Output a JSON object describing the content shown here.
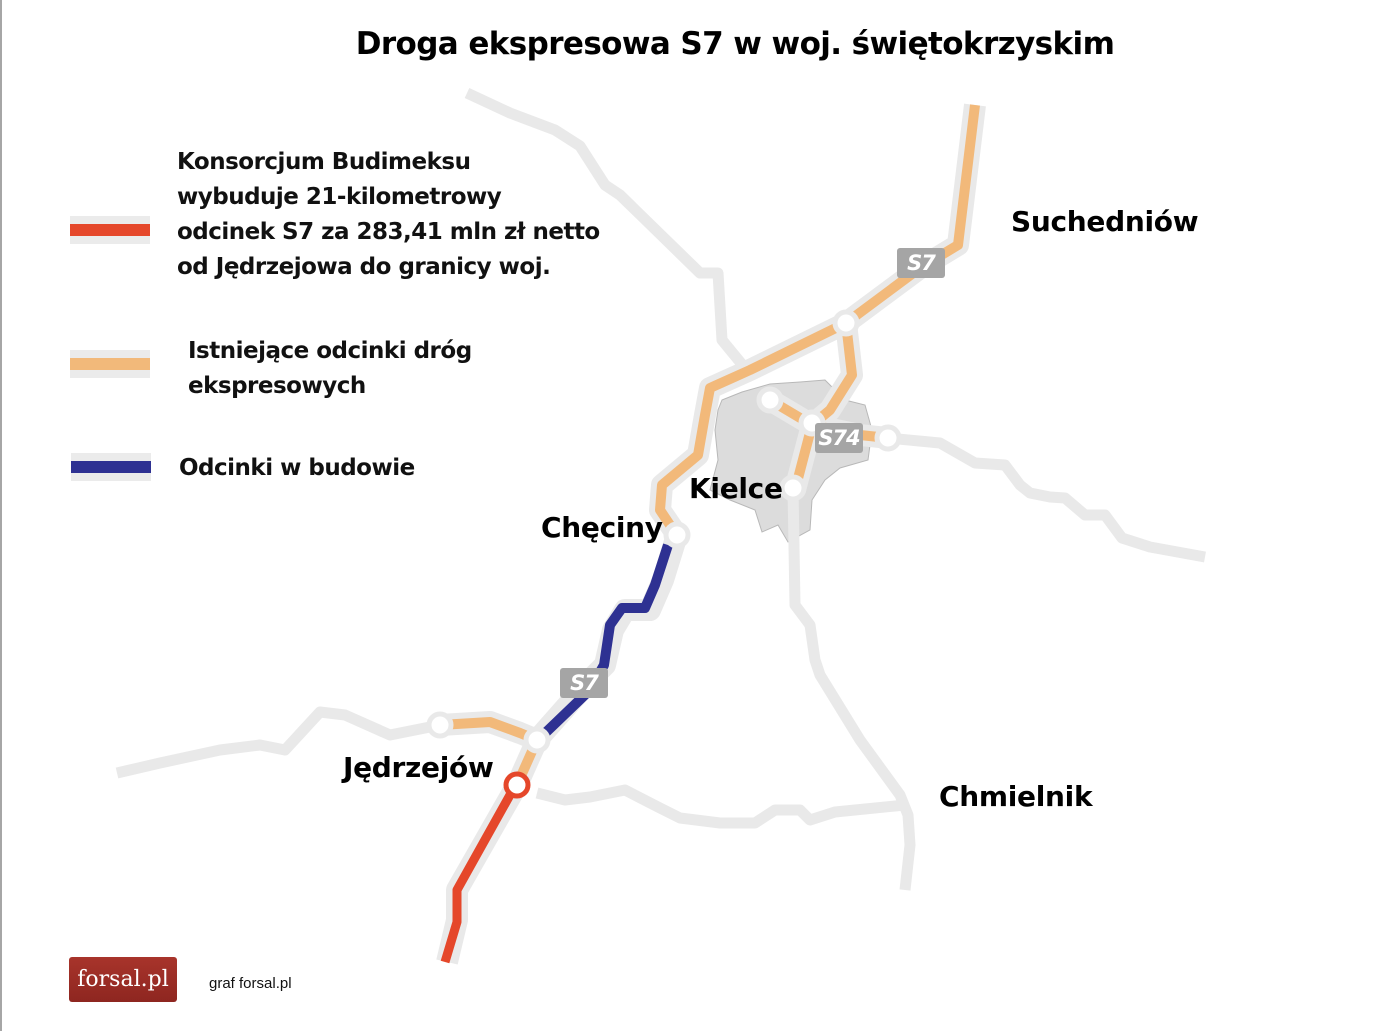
{
  "title": "Droga ekspresowa S7 w woj. świętokrzyskim",
  "colors": {
    "contract_section": "#e5472a",
    "existing_expressway": "#f2b97a",
    "under_construction": "#2e3192",
    "other_roads": "#e9e9e9",
    "city_area": "#dcdcdc",
    "shield": "#a5a5a5"
  },
  "legend": [
    {
      "key": "contract",
      "lines": [
        "Konsorcjum Budimeksu",
        "wybuduje 21-kilometrowy",
        "odcinek S7 za 283,41 mln zł netto",
        "od Jędrzejowa do granicy woj."
      ]
    },
    {
      "key": "existing",
      "lines": [
        "Istniejące odcinki dróg",
        "ekspresowych"
      ]
    },
    {
      "key": "construction",
      "lines": [
        "Odcinki w budowie"
      ]
    }
  ],
  "cities": {
    "suchedniow": "Suchedniów",
    "kielce": "Kielce",
    "checiny": "Chęciny",
    "jedrzejow": "Jędrzejów",
    "chmielnik": "Chmielnik"
  },
  "shields": {
    "s7_north": "S7",
    "s74": "S74",
    "s7_south": "S7"
  },
  "footer": {
    "logo": "forsal.pl",
    "credit": "graf forsal.pl"
  }
}
